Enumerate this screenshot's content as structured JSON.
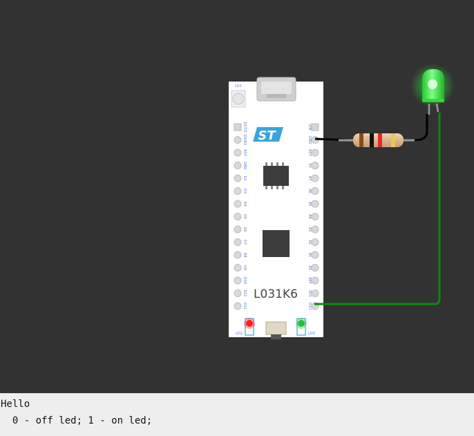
{
  "board": {
    "name": "L031K6",
    "led_top_label": "LD1",
    "led_left_label": "LD2",
    "led_right_label": "LD3",
    "left_pins": [
      "D1/TX",
      "D0/RX",
      "RST",
      "GND",
      "D2",
      "D3",
      "D4",
      "D5",
      "D6",
      "D7",
      "D8",
      "D9",
      "D10",
      "D11",
      "D12"
    ],
    "right_pins": [
      "VIN",
      "GND",
      "RST",
      "5V",
      "A7",
      "A6",
      "A5",
      "A4",
      "A3",
      "A2",
      "A1",
      "A0",
      "REF",
      "3V3",
      "D13"
    ],
    "colors": {
      "board": "#ffffff",
      "pin_label": "#4a7bd0",
      "st_logo": "#3aa4dd",
      "chip": "#3c3c3c",
      "led_red": "#ff2020",
      "led_green": "#20c040"
    }
  },
  "components": {
    "resistor": {
      "bands": [
        "brown",
        "black",
        "red",
        "gold"
      ]
    },
    "led": {
      "color": "#2ee83a",
      "state": "on"
    },
    "wires": {
      "gnd_wire_color": "#000000",
      "signal_wire_color": "#0a8a0a"
    }
  },
  "console": {
    "lines": [
      "Hello",
      "  0 - off led; 1 - on led;"
    ]
  }
}
